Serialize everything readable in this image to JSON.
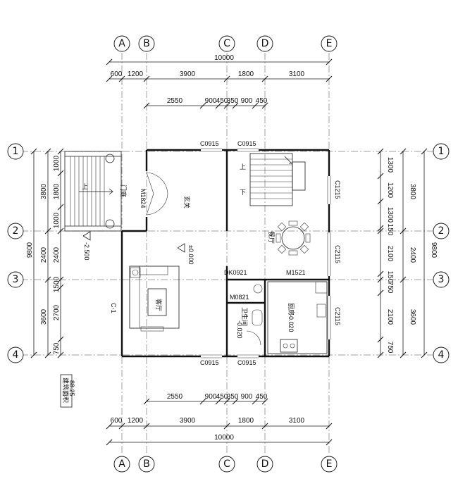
{
  "axes": {
    "columns": [
      "A",
      "B",
      "C",
      "D",
      "E"
    ],
    "rows": [
      "1",
      "2",
      "3",
      "4"
    ]
  },
  "dimensions": {
    "total_width": "10000",
    "width_segments": [
      "600",
      "1200",
      "3900",
      "1800",
      "3100"
    ],
    "detail_segments": [
      "2550",
      "900",
      "450",
      "350",
      "900",
      "450"
    ],
    "total_depth": "9800",
    "left_depth_segments": [
      "2400",
      "2400",
      "1500",
      "2700",
      "3600",
      "750"
    ],
    "left_stair_segments": [
      "1000",
      "1800",
      "3800",
      "1000"
    ],
    "right_depth_segments": [
      "1300",
      "1200",
      "1300",
      "3800",
      "150",
      "2100",
      "2400",
      "150",
      "750",
      "2100",
      "3600",
      "750"
    ]
  },
  "labels": {
    "windows_top": [
      "C0915",
      "C0915"
    ],
    "windows_bottom": [
      "C0915",
      "C0915"
    ],
    "window_right_1": "C1215",
    "window_right_2": "C2115",
    "window_right_3": "C2115",
    "door_main": "M1824",
    "door_kitchen": "M1521",
    "door_bath": "M0821",
    "opening": "DK0921",
    "section_mark": "C-1",
    "stair_up_left": "上",
    "stair_up_right": "上",
    "stair_down": "下",
    "elev_main": "±0.000",
    "elev_outside": "-2.500",
    "elev_kitchen": "-0.020",
    "elev_bath": "-0.020"
  },
  "rooms": {
    "porch": "门庭",
    "foyer": "玄关",
    "living": "客厅",
    "dining": "餐厅",
    "kitchen": "厨房",
    "bath": "卫生间"
  },
  "stamp": {
    "title": "建筑面积",
    "value": "88.25"
  }
}
